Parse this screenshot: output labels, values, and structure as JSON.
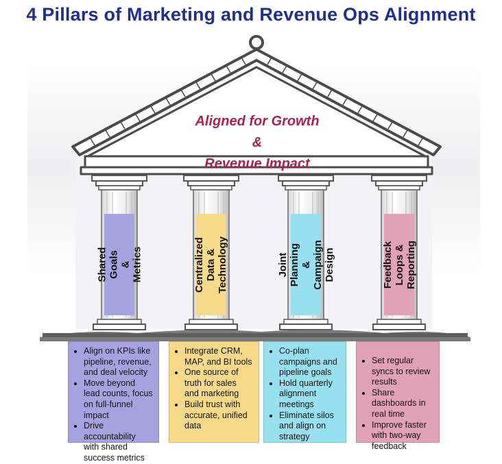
{
  "title": "4 Pillars of Marketing and Revenue Ops Alignment",
  "roof": {
    "line1": "Aligned for Growth",
    "line2": "&",
    "line3": "Revenue Impact"
  },
  "colors": {
    "title": "#1f2f8c",
    "roof_text": "#a8224f",
    "pillar1": "#a6a2e0",
    "pillar2": "#f7d98a",
    "pillar3": "#97e0f0",
    "pillar4": "#e2a2b6"
  },
  "pillars": [
    {
      "label": "Shared Goals & Metrics",
      "bullets": [
        "Align on KPIs like pipeline, revenue, and deal velocity",
        "Move beyond lead counts, focus on full-funnel impact",
        "Drive accountability with shared success metrics"
      ]
    },
    {
      "label": "Centralized Data & Technology",
      "bullets": [
        "Integrate CRM, MAP, and BI tools",
        "One source of truth for sales and marketing",
        "Build trust with accurate, unified data"
      ]
    },
    {
      "label": "Joint Planning & Campaign Design",
      "bullets": [
        "Co-plan campaigns and pipeline goals",
        "Hold quarterly alignment meetings",
        "Eliminate silos and align on strategy"
      ]
    },
    {
      "label": "Feedback Loops & Reporting",
      "bullets": [
        "Set regular syncs to review results",
        "Share dashboards in real time",
        "Improve faster with two-way feedback"
      ]
    }
  ]
}
